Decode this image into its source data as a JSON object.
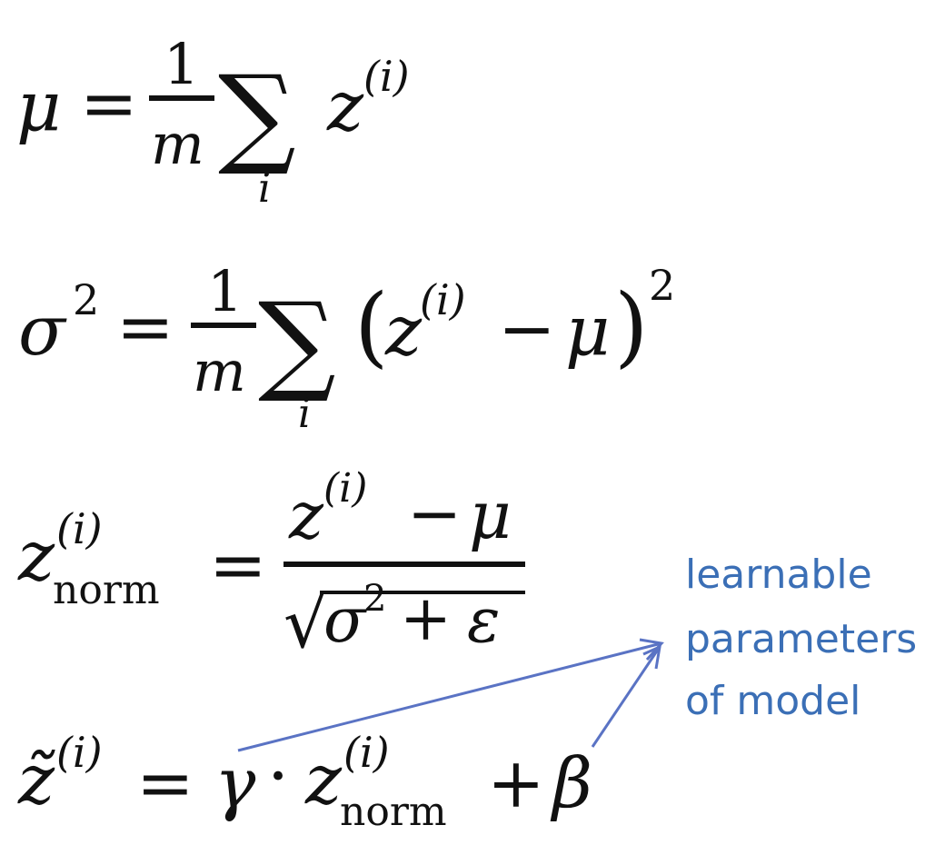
{
  "colors": {
    "ink": "#111111",
    "accent": "#3b6fb6",
    "arrow": "#5a73c4"
  },
  "symbols": {
    "mu": "μ",
    "sigma": "σ",
    "gamma": "γ",
    "beta": "β",
    "epsilon": "ε",
    "equals": "=",
    "minus": "−",
    "plus": "+",
    "dot": "·",
    "one": "1",
    "m": "m",
    "z": "z",
    "z_tilde": "z̃",
    "sup_i": "(i)",
    "sub_i": "i",
    "sup_2": "2",
    "sub_norm": "norm",
    "sum": "∑",
    "sqrt": "√",
    "lparen": "(",
    "rparen": ")"
  },
  "annotation": {
    "line1": "learnable",
    "line2": "parameters",
    "line3": "of model"
  }
}
